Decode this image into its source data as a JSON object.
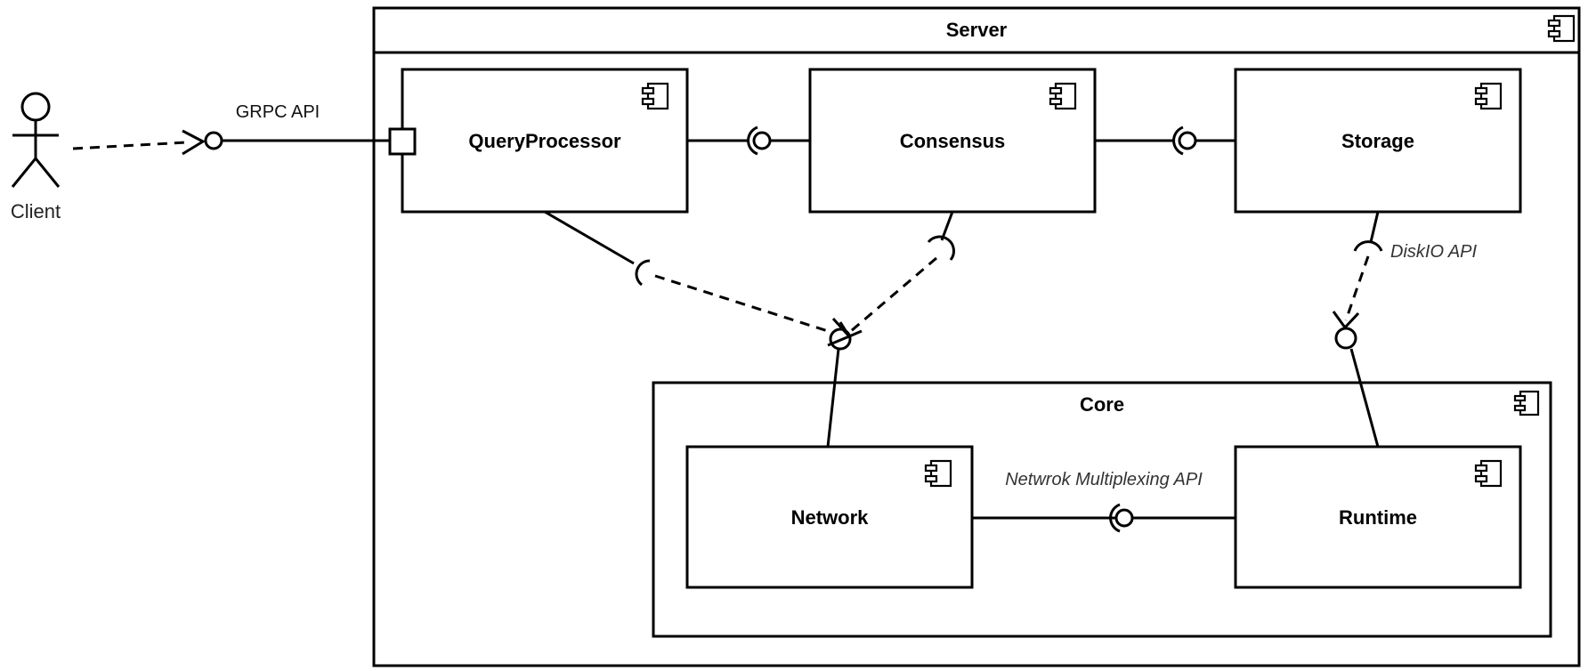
{
  "diagram": {
    "actor": {
      "label": "Client"
    },
    "server": {
      "title": "Server"
    },
    "core": {
      "title": "Core"
    },
    "components": {
      "query_processor": "QueryProcessor",
      "consensus": "Consensus",
      "storage": "Storage",
      "network": "Network",
      "runtime": "Runtime"
    },
    "interfaces": {
      "grpc": "GRPC API",
      "disk_io": "DiskIO API",
      "network_multiplexing": "Netwrok Multiplexing API"
    }
  }
}
